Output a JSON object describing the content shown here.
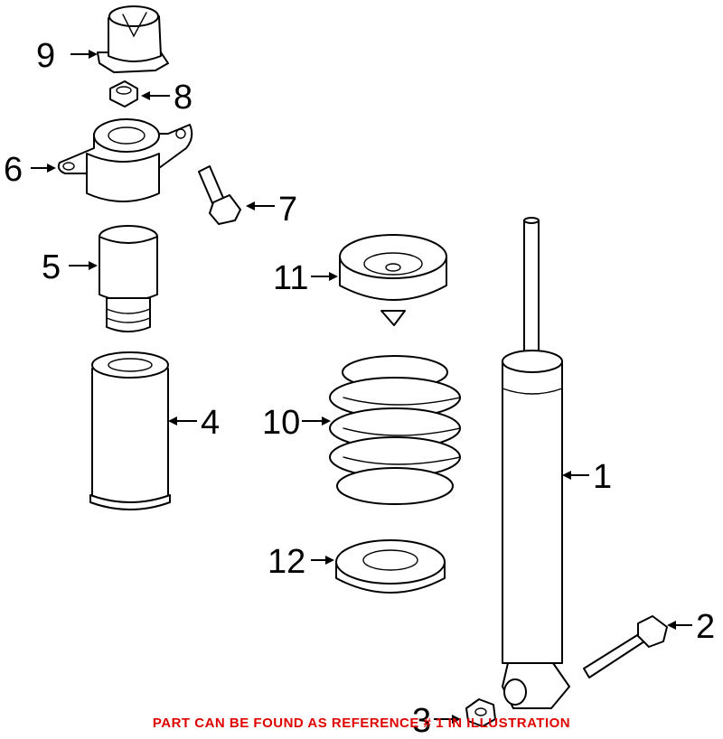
{
  "callouts": {
    "c1": "1",
    "c2": "2",
    "c3": "3",
    "c4": "4",
    "c5": "5",
    "c6": "6",
    "c7": "7",
    "c8": "8",
    "c9": "9",
    "c10": "10",
    "c11": "11",
    "c12": "12"
  },
  "footer_note": "PART CAN BE FOUND AS REFERENCE # 1 IN ILLUSTRATION",
  "colors": {
    "line": "#000000",
    "background": "#ffffff",
    "note": "#e00000"
  }
}
